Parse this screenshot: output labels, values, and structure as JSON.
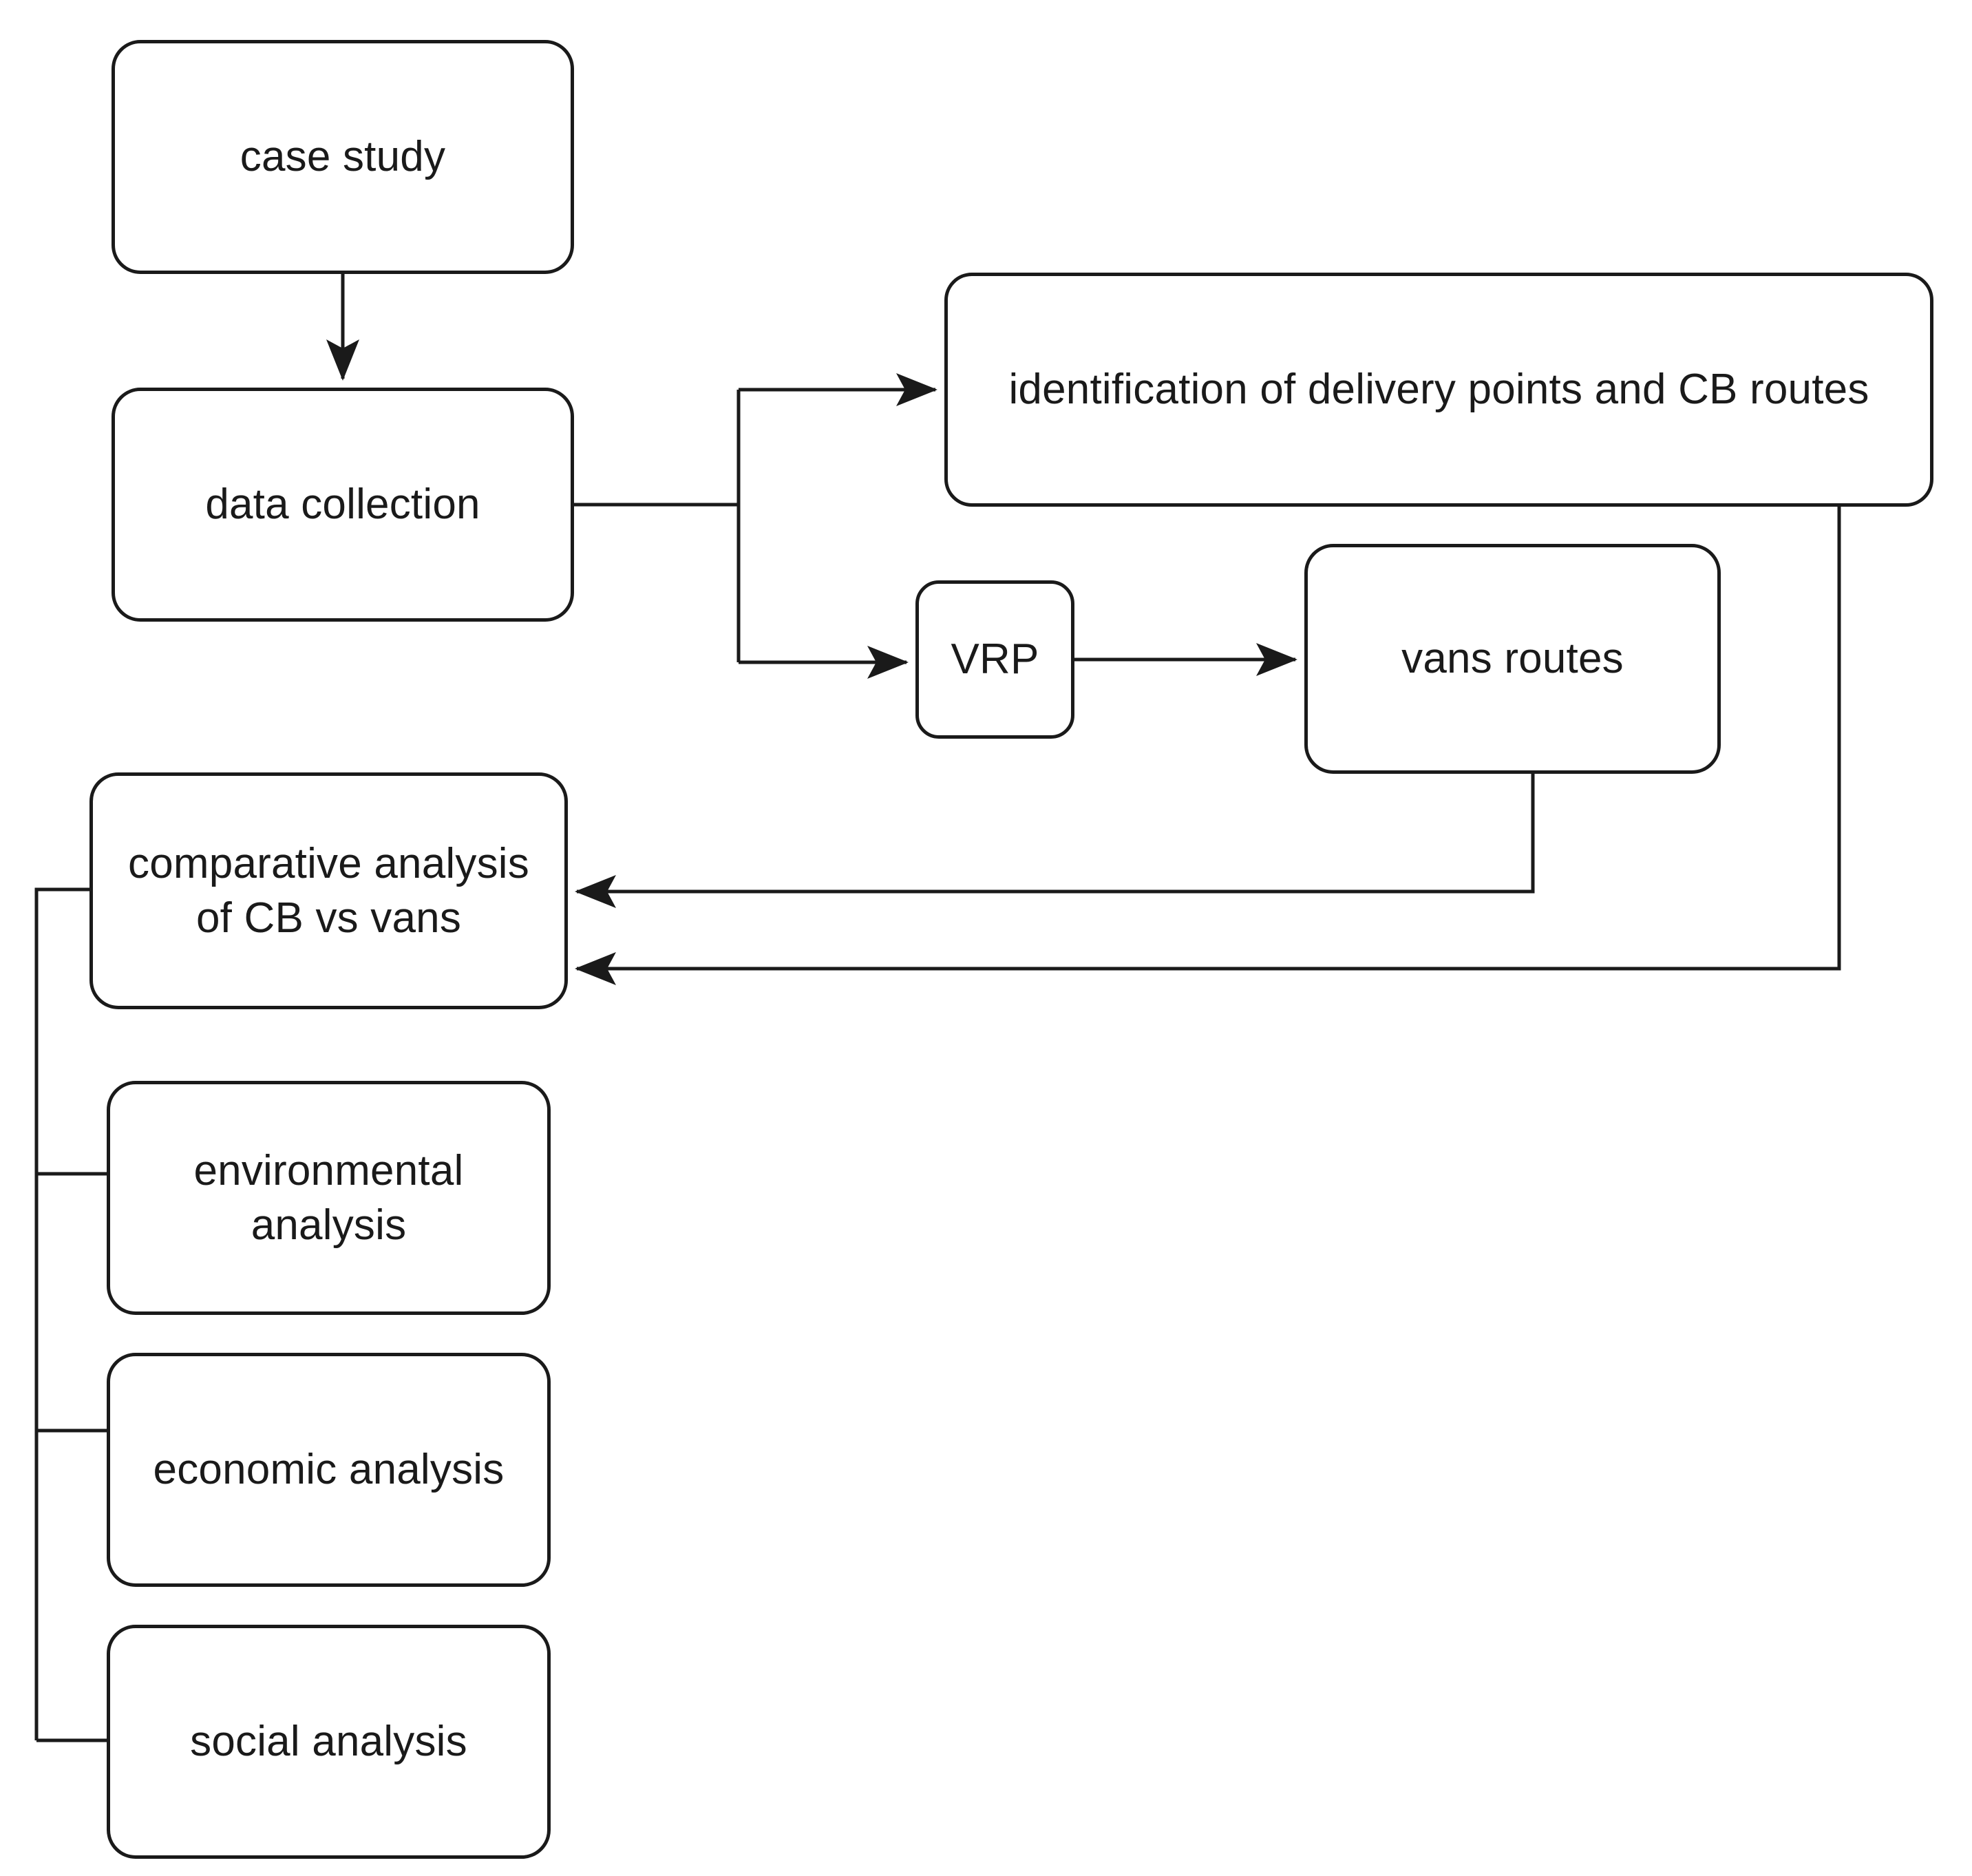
{
  "diagram": {
    "title": "case study research methodology flowchart",
    "stroke_color": "#1a1a1a",
    "background_color": "#ffffff",
    "nodes": [
      {
        "id": "case-study",
        "label": "case study"
      },
      {
        "id": "data-collection",
        "label": "data collection"
      },
      {
        "id": "identification",
        "label": "identification of delivery points and CB routes"
      },
      {
        "id": "vrp",
        "label": "VRP"
      },
      {
        "id": "vans-routes",
        "label": "vans routes"
      },
      {
        "id": "comparative",
        "label": "comparative analysis\nof CB vs vans"
      },
      {
        "id": "environmental",
        "label": "environmental\nanalysis"
      },
      {
        "id": "economic",
        "label": "economic analysis"
      },
      {
        "id": "social",
        "label": "social analysis"
      }
    ],
    "edges": [
      {
        "from": "case-study",
        "to": "data-collection",
        "arrow": true,
        "direction": "down"
      },
      {
        "from": "data-collection",
        "to": "identification",
        "arrow": true,
        "direction": "right"
      },
      {
        "from": "data-collection",
        "to": "vrp",
        "arrow": true,
        "direction": "right"
      },
      {
        "from": "vrp",
        "to": "vans-routes",
        "arrow": true,
        "direction": "right"
      },
      {
        "from": "vans-routes",
        "to": "comparative",
        "arrow": true,
        "direction": "left"
      },
      {
        "from": "identification",
        "to": "comparative",
        "arrow": true,
        "direction": "left"
      },
      {
        "from": "comparative",
        "to": "environmental",
        "arrow": false,
        "direction": "down"
      },
      {
        "from": "comparative",
        "to": "economic",
        "arrow": false,
        "direction": "down"
      },
      {
        "from": "comparative",
        "to": "social",
        "arrow": false,
        "direction": "down"
      }
    ]
  }
}
